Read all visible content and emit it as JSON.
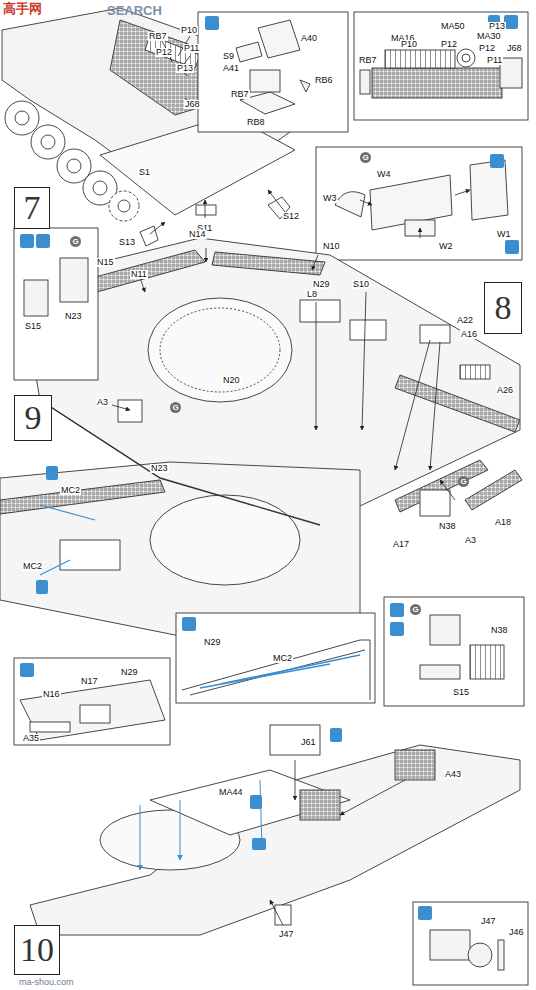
{
  "diagram": {
    "nodes": [
      {
        "text": [
          "7"
        ]
      },
      {
        "text": [
          "8"
        ]
      },
      {
        "text": [
          "9"
        ]
      },
      {
        "text": [
          "10"
        ]
      }
    ],
    "labels": [
      "高手网",
      "SEARCH",
      "RB7",
      "P10",
      "P12",
      "P11",
      "P13",
      "S9",
      "J68",
      "S1",
      "S12",
      "S13",
      "S11",
      "A40",
      "A41",
      "RB6",
      "RB7",
      "RB8",
      "RB7",
      "MA16",
      "MA50",
      "MA30",
      "P10",
      "P12",
      "P12",
      "P11",
      "P13",
      "J68",
      "G",
      "W4",
      "W3",
      "W2",
      "W1",
      "G",
      "S15",
      "N23",
      "N14",
      "N10",
      "N15",
      "N11",
      "N29",
      "L8",
      "S10",
      "A22",
      "A16",
      "A26",
      "N20",
      "A3",
      "G",
      "N23",
      "G",
      "A18",
      "A17",
      "N38",
      "A3",
      "MC2",
      "MC2",
      "N29",
      "MC2",
      "N16",
      "N17",
      "N29",
      "A35",
      "G",
      "N38",
      "S15",
      "J61",
      "A43",
      "MA44",
      "J47",
      "J47",
      "J46",
      "ma-shou.com"
    ]
  }
}
